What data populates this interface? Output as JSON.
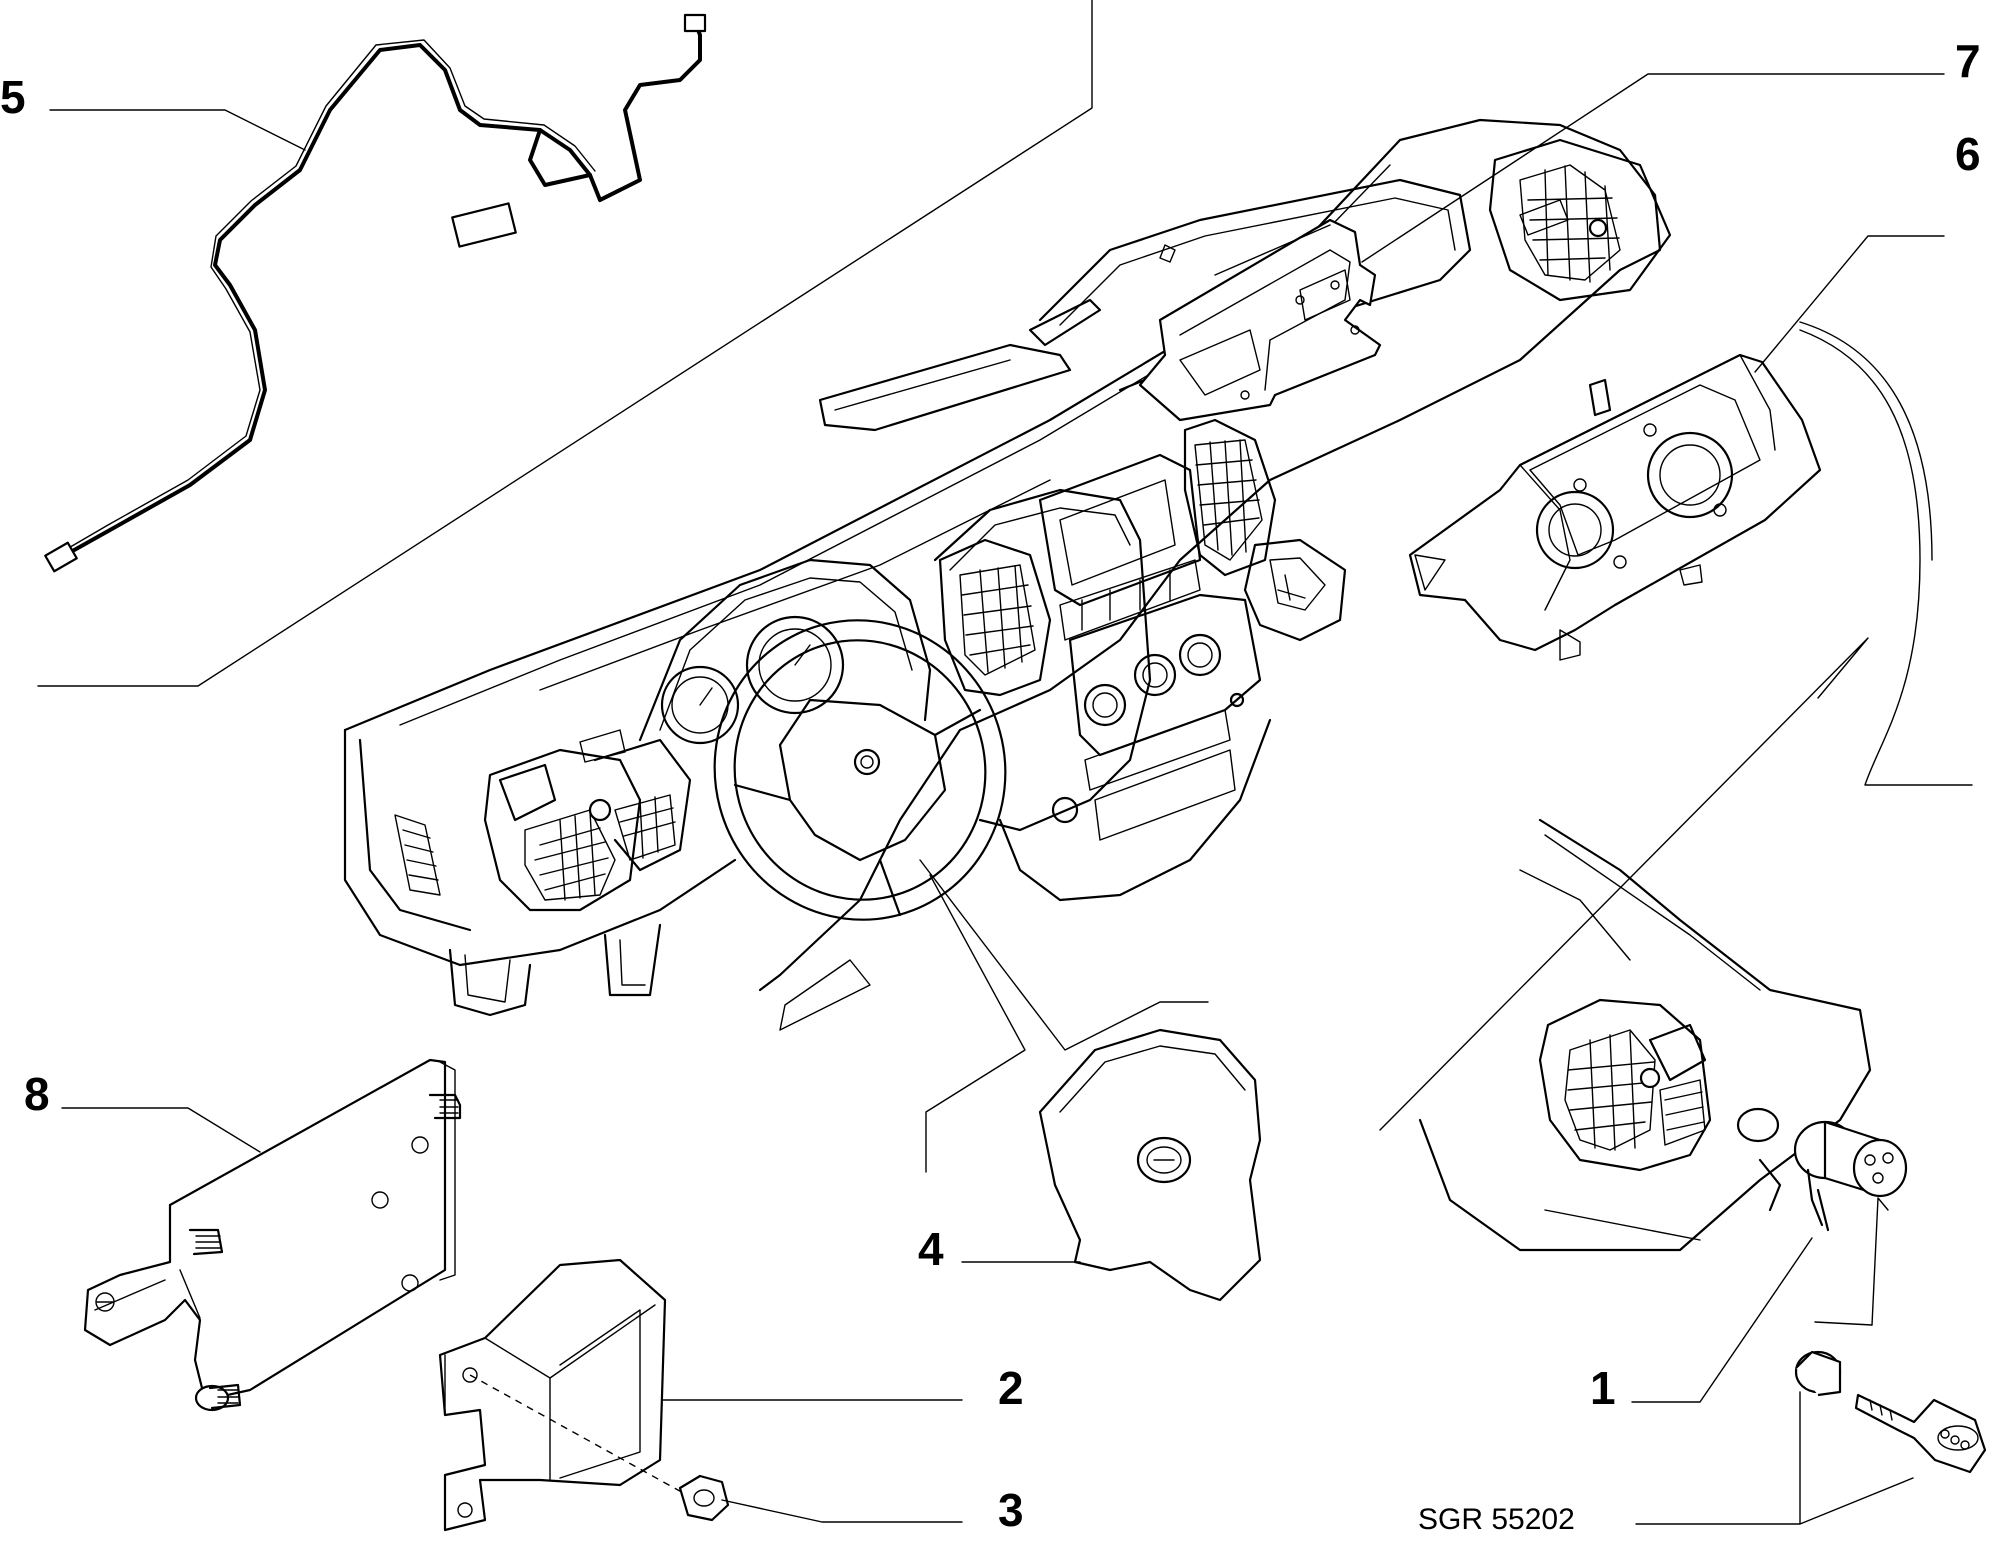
{
  "callouts": [
    {
      "id": "1",
      "text": "1"
    },
    {
      "id": "2",
      "text": "2"
    },
    {
      "id": "3",
      "text": "3"
    },
    {
      "id": "4",
      "text": "4"
    },
    {
      "id": "5",
      "text": "5"
    },
    {
      "id": "6",
      "text": "6"
    },
    {
      "id": "7",
      "text": "7"
    },
    {
      "id": "8",
      "text": "8"
    }
  ],
  "reference_code": "SGR 55202"
}
